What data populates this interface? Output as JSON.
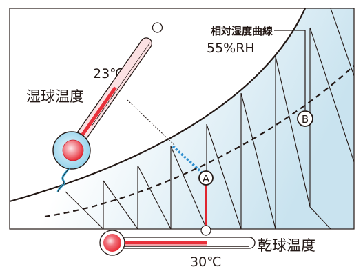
{
  "diagram": {
    "curve_title": "相対湿度曲線",
    "curve_rh": "55%RH",
    "wet_bulb_label": "湿球温度",
    "wet_bulb_value": "23℃",
    "dry_bulb_label": "乾球温度",
    "dry_bulb_value": "30℃",
    "point_a": "A",
    "point_b": "B"
  },
  "colors": {
    "line": "#231815",
    "gradient_start": "#ffffff",
    "gradient_end": "#c9e3ef",
    "mercury": "#e8303a",
    "mercury_light": "#f4a1a6",
    "thermometer_tube": "#fbe1e3",
    "wick_blue": "#8fd0ea",
    "wick_outline": "#3aa7d2",
    "dotted_blue": "#2f8fd0",
    "vertical_red": "#e0252f"
  }
}
